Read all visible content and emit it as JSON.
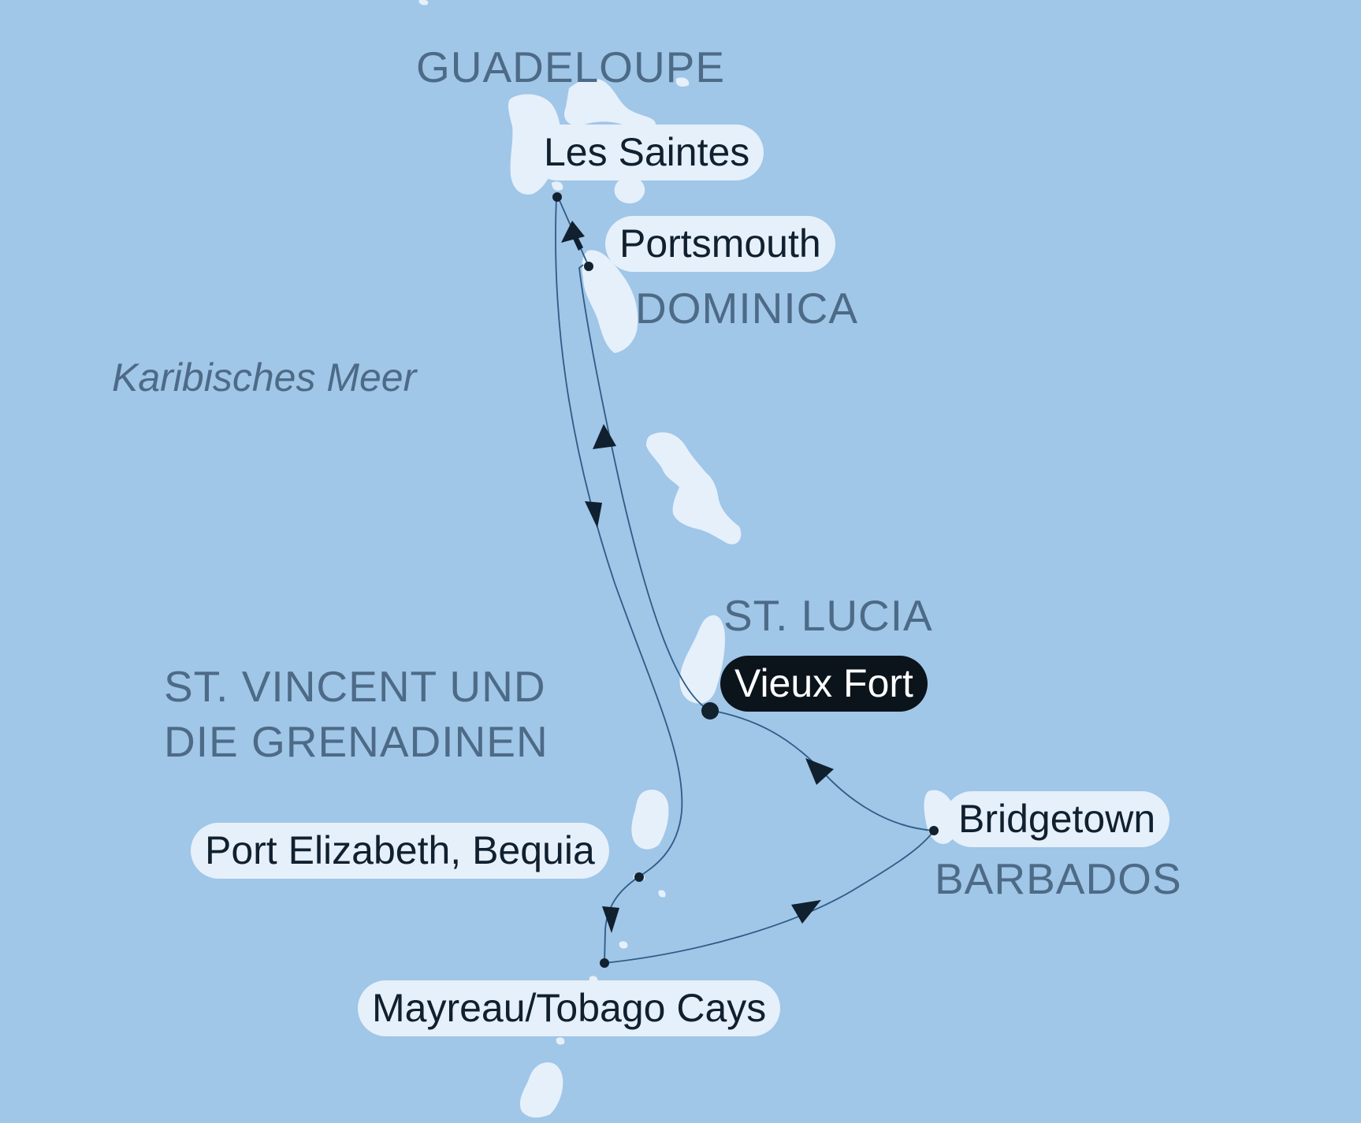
{
  "map": {
    "sea_label": "Karibisches Meer",
    "countries": {
      "guadeloupe": "GUADELOUPE",
      "dominica": "DOMINICA",
      "st_lucia": "ST. LUCIA",
      "st_vincent_line1": "ST. VINCENT UND",
      "st_vincent_line2": "DIE GRENADINEN",
      "barbados": "BARBADOS"
    },
    "ports": {
      "les_saintes": "Les Saintes",
      "portsmouth": "Portsmouth",
      "vieux_fort": "Vieux Fort",
      "bridgetown": "Bridgetown",
      "port_elizabeth": "Port Elizabeth, Bequia",
      "mayreau": "Mayreau/Tobago Cays"
    },
    "highlighted_port": "Vieux Fort",
    "colors": {
      "sea": "#a0c6e8",
      "land": "#e6f0fa",
      "route": "#2f5b86",
      "label_text": "#4d6a86",
      "port_pill": "#e6f0fa",
      "highlight_pill": "#0b131b"
    }
  }
}
